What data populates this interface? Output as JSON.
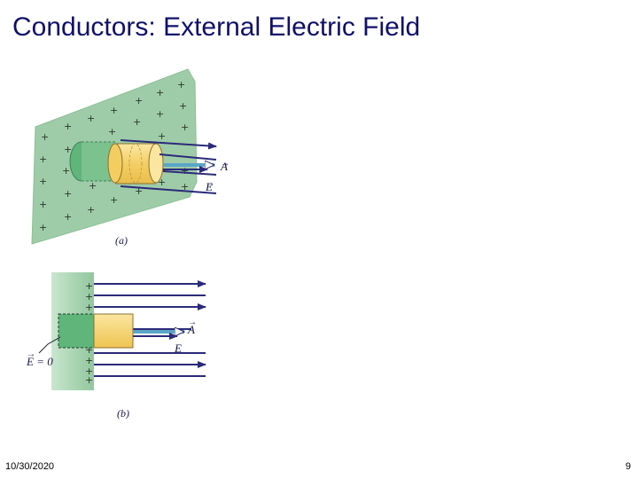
{
  "slide": {
    "title": "Conductors:  External Electric Field",
    "date": "10/30/2020",
    "page_number": "9"
  },
  "figure_a": {
    "caption": "(a)",
    "label_area": "A",
    "label_field": "E"
  },
  "figure_b": {
    "caption": "(b)",
    "label_area": "A",
    "label_field": "E",
    "label_inside_field": "E = 0"
  },
  "colors": {
    "title": "#10106a",
    "conductor_green": "#9fcca8",
    "gaussian_green": "#5fb57a",
    "cylinder_yellow": "#f6d77a",
    "field_line": "#2b2b7a",
    "area_vector": "#5aa6c8"
  }
}
